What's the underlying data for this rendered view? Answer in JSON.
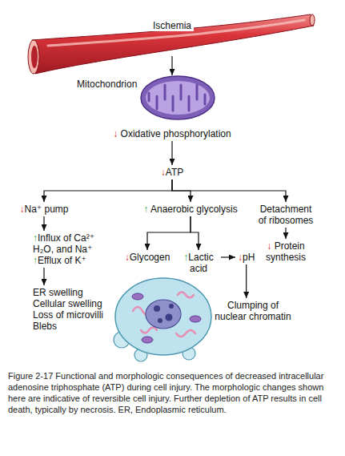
{
  "diagram": {
    "caption": "Figure 2-17 Functional and morphologic consequences of decreased intracellular adenosine triphosphate (ATP) during cell injury. The morphologic changes shown here are indicative of reversible cell injury. Further depletion of ATP results in cell death, typically by necrosis. ER, Endoplasmic reticulum.",
    "nodes": [
      {
        "text": [
          "Ischemia"
        ]
      },
      {
        "text": [
          "Mitochondrion"
        ]
      },
      {
        "text": [
          "↓ Oxidative phosphorylation"
        ]
      },
      {
        "text": [
          "↓ATP"
        ]
      },
      {
        "text": [
          "↓Na⁺ pump"
        ]
      },
      {
        "text": [
          "↑ Anaerobic glycolysis"
        ]
      },
      {
        "text": [
          "Detachment of ribosomes"
        ]
      },
      {
        "text": [
          "↑Influx of Ca²⁺ H₂O, and Na⁺",
          "↑Efflux of K⁺"
        ]
      },
      {
        "text": [
          "↓ Protein synthesis"
        ]
      },
      {
        "text": [
          "↓Glycogen"
        ]
      },
      {
        "text": [
          "↑Lactic acid"
        ]
      },
      {
        "text": [
          "↓pH"
        ]
      },
      {
        "text": [
          "ER swelling Cellular swelling Loss of microvilli Blebs"
        ]
      },
      {
        "text": [
          "Clumping of nuclear chromatin"
        ]
      }
    ],
    "edges": [
      {
        "from": 0,
        "to": 1,
        "arrow": "to"
      },
      {
        "from": 2,
        "to": 3,
        "arrow": "to"
      },
      {
        "from": 3,
        "to": 4,
        "arrow": "to"
      },
      {
        "from": 3,
        "to": 5,
        "arrow": "to"
      },
      {
        "from": 3,
        "to": 6,
        "arrow": "to"
      },
      {
        "from": 4,
        "to": 7,
        "arrow": "to"
      },
      {
        "from": 6,
        "to": 8,
        "arrow": "to"
      },
      {
        "from": 5,
        "to": 9,
        "arrow": "to"
      },
      {
        "from": 5,
        "to": 10,
        "arrow": "to"
      },
      {
        "from": 10,
        "to": 11,
        "arrow": "to"
      },
      {
        "from": 7,
        "to": 12,
        "arrow": "to"
      },
      {
        "from": 11,
        "to": 13,
        "arrow": "to"
      }
    ]
  }
}
